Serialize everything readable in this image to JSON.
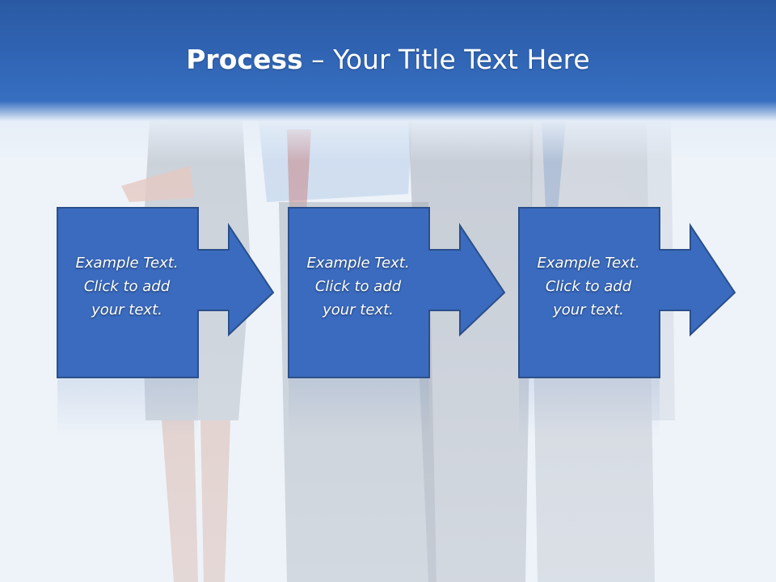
{
  "slide": {
    "title_bold": "Process",
    "title_rest": " – Your Title Text Here",
    "steps": [
      {
        "lines": [
          "Example Text.",
          "Click  to add",
          "your text."
        ]
      },
      {
        "lines": [
          "Example Text.",
          "Click  to add",
          "your text."
        ]
      },
      {
        "lines": [
          "Example Text.",
          "Click  to add",
          "your text."
        ]
      }
    ]
  },
  "colors": {
    "header_blue": "#2f63b2",
    "box_fill": "#3a6bbf",
    "box_border": "#2b4f8a",
    "text": "#ffffff"
  }
}
